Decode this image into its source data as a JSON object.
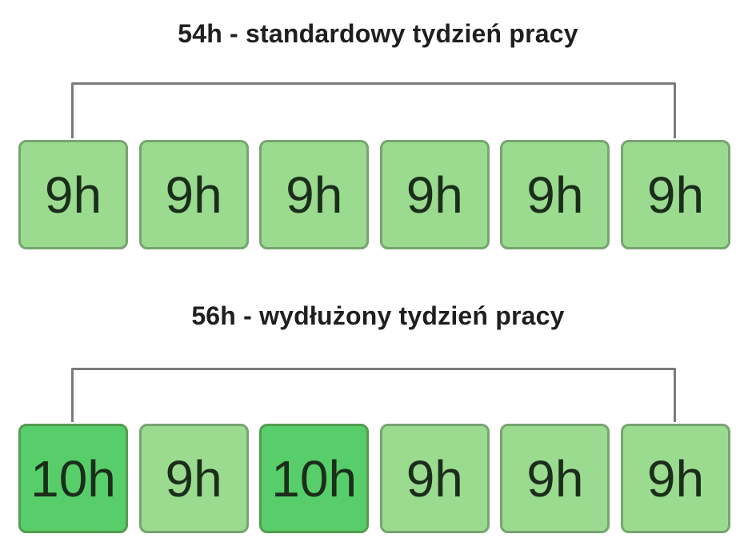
{
  "colors": {
    "page_bg": "#ffffff",
    "title_text": "#1f1f1f",
    "bracket_line": "#7b7b7b",
    "box_text": "#1b2d1b",
    "light_box_fill": "#9bdb8f",
    "light_box_border": "#77a471",
    "dark_box_fill": "#58ce6a",
    "dark_box_border": "#549c50"
  },
  "sections": [
    {
      "title": "54h - standardowy tydzień pracy",
      "boxes": [
        {
          "label": "9h",
          "variant": "light"
        },
        {
          "label": "9h",
          "variant": "light"
        },
        {
          "label": "9h",
          "variant": "light"
        },
        {
          "label": "9h",
          "variant": "light"
        },
        {
          "label": "9h",
          "variant": "light"
        },
        {
          "label": "9h",
          "variant": "light"
        }
      ]
    },
    {
      "title": "56h - wydłużony tydzień pracy",
      "boxes": [
        {
          "label": "10h",
          "variant": "dark"
        },
        {
          "label": "9h",
          "variant": "light"
        },
        {
          "label": "10h",
          "variant": "dark"
        },
        {
          "label": "9h",
          "variant": "light"
        },
        {
          "label": "9h",
          "variant": "light"
        },
        {
          "label": "9h",
          "variant": "light"
        }
      ]
    }
  ]
}
